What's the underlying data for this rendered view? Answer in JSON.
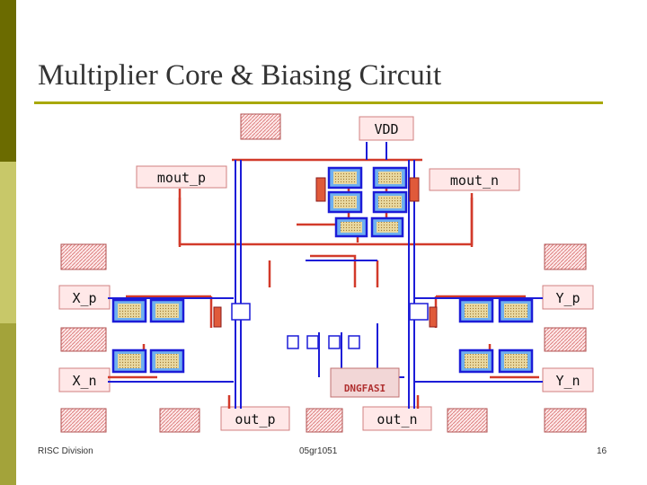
{
  "slide": {
    "title": "Multiplier Core & Biasing Circuit",
    "footer_left": "RISC Division",
    "footer_center": "05gr1051",
    "footer_right": "16"
  },
  "layout_labels": {
    "vdd": "VDD",
    "mout_p": "mout_p",
    "mout_n": "mout_n",
    "x_p": "X_p",
    "x_n": "X_n",
    "y_p": "Y_p",
    "y_n": "Y_n",
    "out_p": "out_p",
    "out_n": "out_n",
    "logo": "DNGFASI"
  },
  "colors": {
    "band_dark": "#6b6b00",
    "band_light": "#c8c869",
    "band_mid": "#a3a33a",
    "rule": "#a8a800",
    "metal_blue": "#1c1cd8",
    "poly_red": "#d23a2a",
    "pad": "#e8b0b0",
    "active": "#e2c98a"
  }
}
